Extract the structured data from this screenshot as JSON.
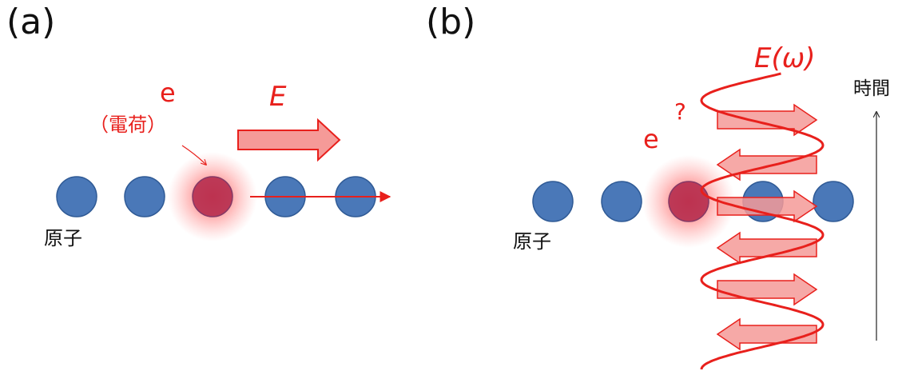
{
  "panel_a": {
    "label": "(a)",
    "charge_symbol": "e",
    "charge_note": "（電荷）",
    "field_symbol": "E",
    "atom_label": "原子"
  },
  "panel_b": {
    "label": "(b)",
    "field_symbol": "E(ω)",
    "charge_symbol": "e",
    "question": "?",
    "atom_label": "原子",
    "time_label": "時間"
  },
  "colors": {
    "atom_fill": "#4a78b8",
    "atom_stroke": "#2f5a95",
    "field_red": "#e8201c",
    "arrow_fill": "#f59a98",
    "charge_core": "#b83050",
    "glow": "#ff3a3a"
  }
}
